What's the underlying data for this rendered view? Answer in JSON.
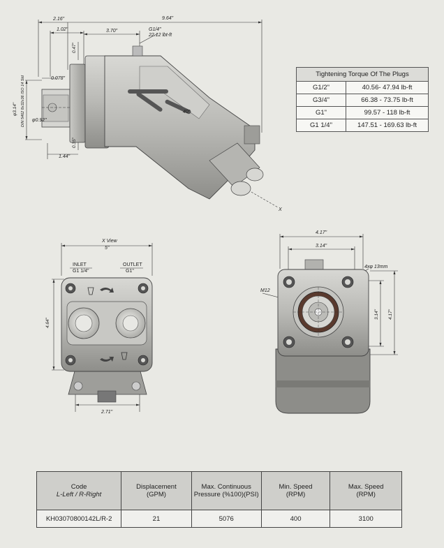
{
  "side_view": {
    "dims": {
      "overall_length": "9.64\"",
      "left_offset": "2.16\"",
      "port_offset": "1.02\"",
      "body_length": "3.70\"",
      "plug": "G1/4\"",
      "plug_torque": "22.12 lbt-ft",
      "top_height": "0.47\"",
      "shaft_dia": "φ3.14\"",
      "spline": "DIN 5462 8x32x36 ISO 14 Std",
      "key_width": "0.078\"",
      "shaft_inner": "φ0.92\"",
      "flange_thk": "0.35\"",
      "flange_len": "1.44\"",
      "angle": "40°",
      "axis_x": "X"
    }
  },
  "torque_table": {
    "title": "Tightening Torque Of The Plugs",
    "rows": [
      {
        "port": "G1/2\"",
        "torque": "40.56- 47.94 lb-ft"
      },
      {
        "port": "G3/4\"",
        "torque": "66.38 - 73.75 lb-ft"
      },
      {
        "port": "G1\"",
        "torque": "99.57 - 118 lb-ft"
      },
      {
        "port": "G1 1/4\"",
        "torque": "147.51 - 169.63 lb-ft"
      }
    ]
  },
  "x_view": {
    "title": "X View",
    "width": "5\"",
    "inlet_label": "INLET",
    "inlet_size": "G1 1/4\"",
    "outlet_label": "OUTLET",
    "outlet_size": "G1\"",
    "height": "4.64\"",
    "bottom_width": "2.71\""
  },
  "front_view": {
    "overall_width": "4.17\"",
    "hole_spacing": "3.14\"",
    "holes": "4xφ 13mm",
    "thread": "M12",
    "hole_spacing_v": "3.14\"",
    "overall_height": "4.17\""
  },
  "spec_table": {
    "headers": {
      "code": "Code",
      "code_sub": "L-Left / R-Right",
      "displacement": "Displacement",
      "displacement_unit": "(GPM)",
      "pressure": "Max. Continuous",
      "pressure_unit": "Pressure (%100)(PSI)",
      "min_speed": "Min. Speed",
      "min_speed_unit": "(RPM)",
      "max_speed": "Max. Speed",
      "max_speed_unit": "(RPM)"
    },
    "row": {
      "code": "KH03070800142L/R-2",
      "displacement": "21",
      "pressure": "5076",
      "min_speed": "400",
      "max_speed": "3100"
    }
  }
}
